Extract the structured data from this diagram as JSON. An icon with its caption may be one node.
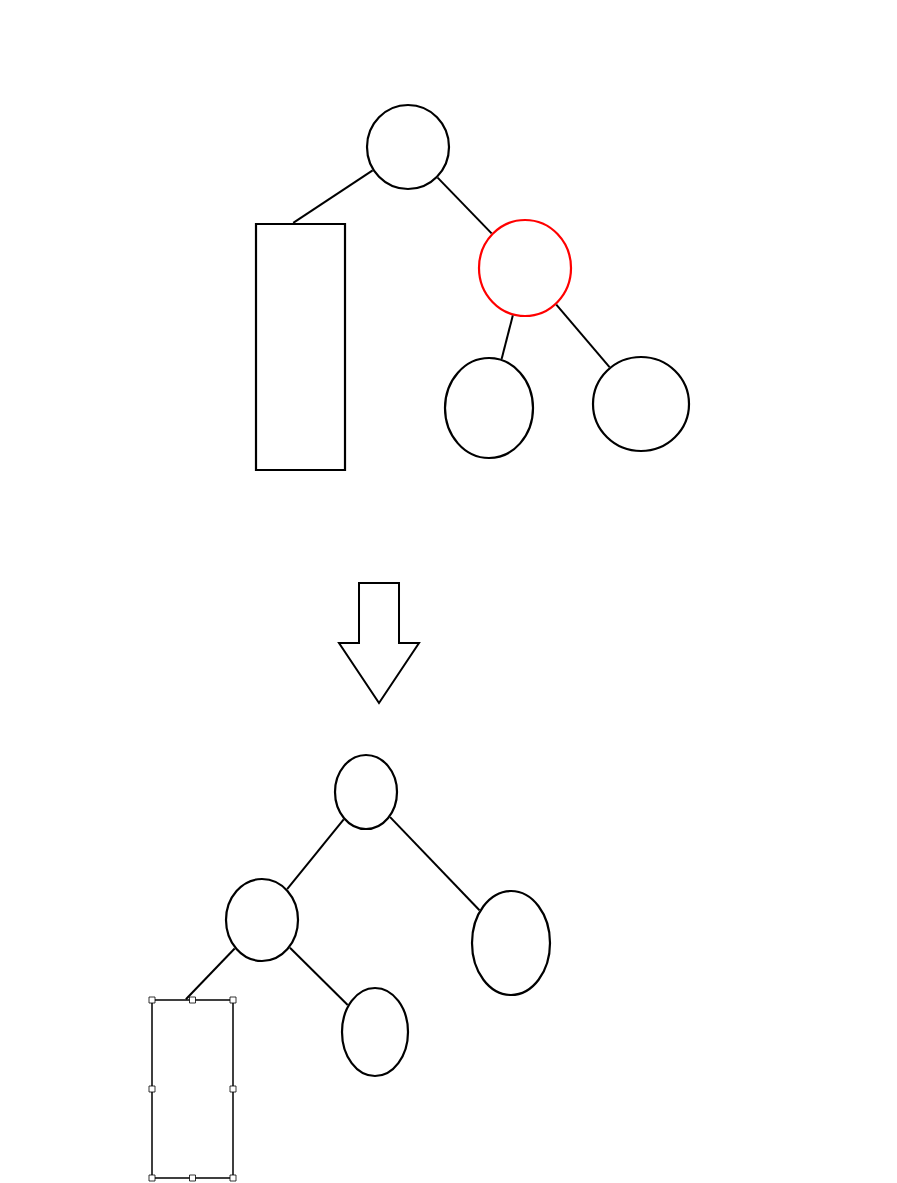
{
  "diagram": {
    "nodes": [
      {
        "text": [],
        "shape": "circle"
      },
      {
        "text": [],
        "shape": "box"
      },
      {
        "text": [],
        "shape": "circle"
      },
      {
        "text": [],
        "shape": "circle"
      },
      {
        "text": [],
        "shape": "circle"
      },
      {
        "text": [],
        "shape": "circle"
      },
      {
        "text": [],
        "shape": "circle"
      },
      {
        "text": [],
        "shape": "circle"
      },
      {
        "text": [],
        "shape": "box"
      },
      {
        "text": [],
        "shape": "circle"
      }
    ],
    "edges": [
      {
        "from": 0,
        "to": 1,
        "arrow": "none"
      },
      {
        "from": 0,
        "to": 2,
        "arrow": "none"
      },
      {
        "from": 2,
        "to": 3,
        "arrow": "none"
      },
      {
        "from": 2,
        "to": 4,
        "arrow": "none"
      },
      {
        "from": 5,
        "to": 6,
        "arrow": "none"
      },
      {
        "from": 5,
        "to": 7,
        "arrow": "none"
      },
      {
        "from": 6,
        "to": 8,
        "arrow": "none"
      },
      {
        "from": 6,
        "to": 9,
        "arrow": "none"
      }
    ]
  }
}
